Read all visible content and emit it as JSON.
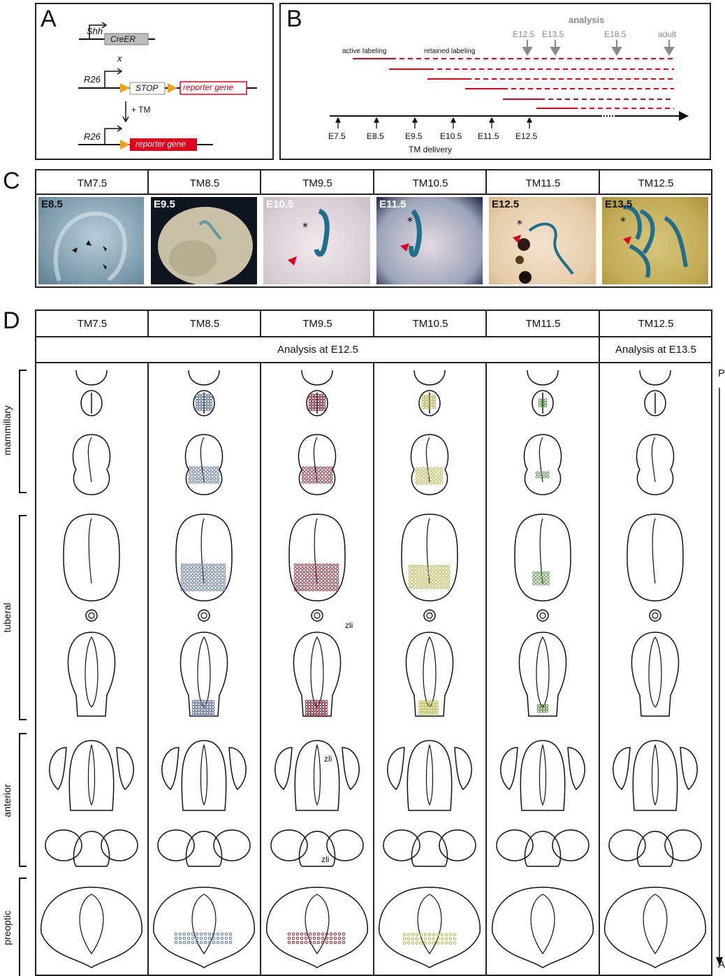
{
  "panels": {
    "A": "A",
    "B": "B",
    "C": "C",
    "D": "D"
  },
  "panel_a": {
    "shh": "Shh",
    "creer": "CreER",
    "cross": "x",
    "r26": "R26",
    "stop": "STOP",
    "reporter": "reporter gene",
    "tm": "+ TM"
  },
  "panel_b": {
    "analysis": "analysis",
    "analysis_points": [
      "E12.5",
      "E13.5",
      "E18.5",
      "adult"
    ],
    "active": "active labeling",
    "retained": "retained labeling",
    "tm_points": [
      "E7.5",
      "E8.5",
      "E9.5",
      "E10.5",
      "E11.5",
      "E12.5"
    ],
    "tm_delivery": "TM delivery",
    "colors": {
      "label_line": "#e0001b",
      "analysis": "#8a8a8a"
    }
  },
  "panel_c": {
    "headers": [
      "TM7.5",
      "TM8.5",
      "TM9.5",
      "TM10.5",
      "TM11.5",
      "TM12.5"
    ],
    "stages": [
      "E8.5",
      "E9.5",
      "E10.5",
      "E11.5",
      "E12.5",
      "E13.5"
    ],
    "stain_color": "#1f6e8c"
  },
  "panel_d": {
    "headers": [
      "TM7.5",
      "TM8.5",
      "TM9.5",
      "TM10.5",
      "TM11.5",
      "TM12.5"
    ],
    "analysis_main": "Analysis at E12.5",
    "analysis_last": "Analysis at E13.5",
    "regions": [
      "mammillary",
      "tuberal",
      "anterior",
      "preoptic"
    ],
    "axis_top": "P",
    "axis_bottom": "A",
    "zli": "zli",
    "dot_colors": [
      "#c8884a",
      "#5a6fa0",
      "#8a1f2c",
      "#b7b54a",
      "#4f8a3c",
      "#4a3a80"
    ]
  }
}
